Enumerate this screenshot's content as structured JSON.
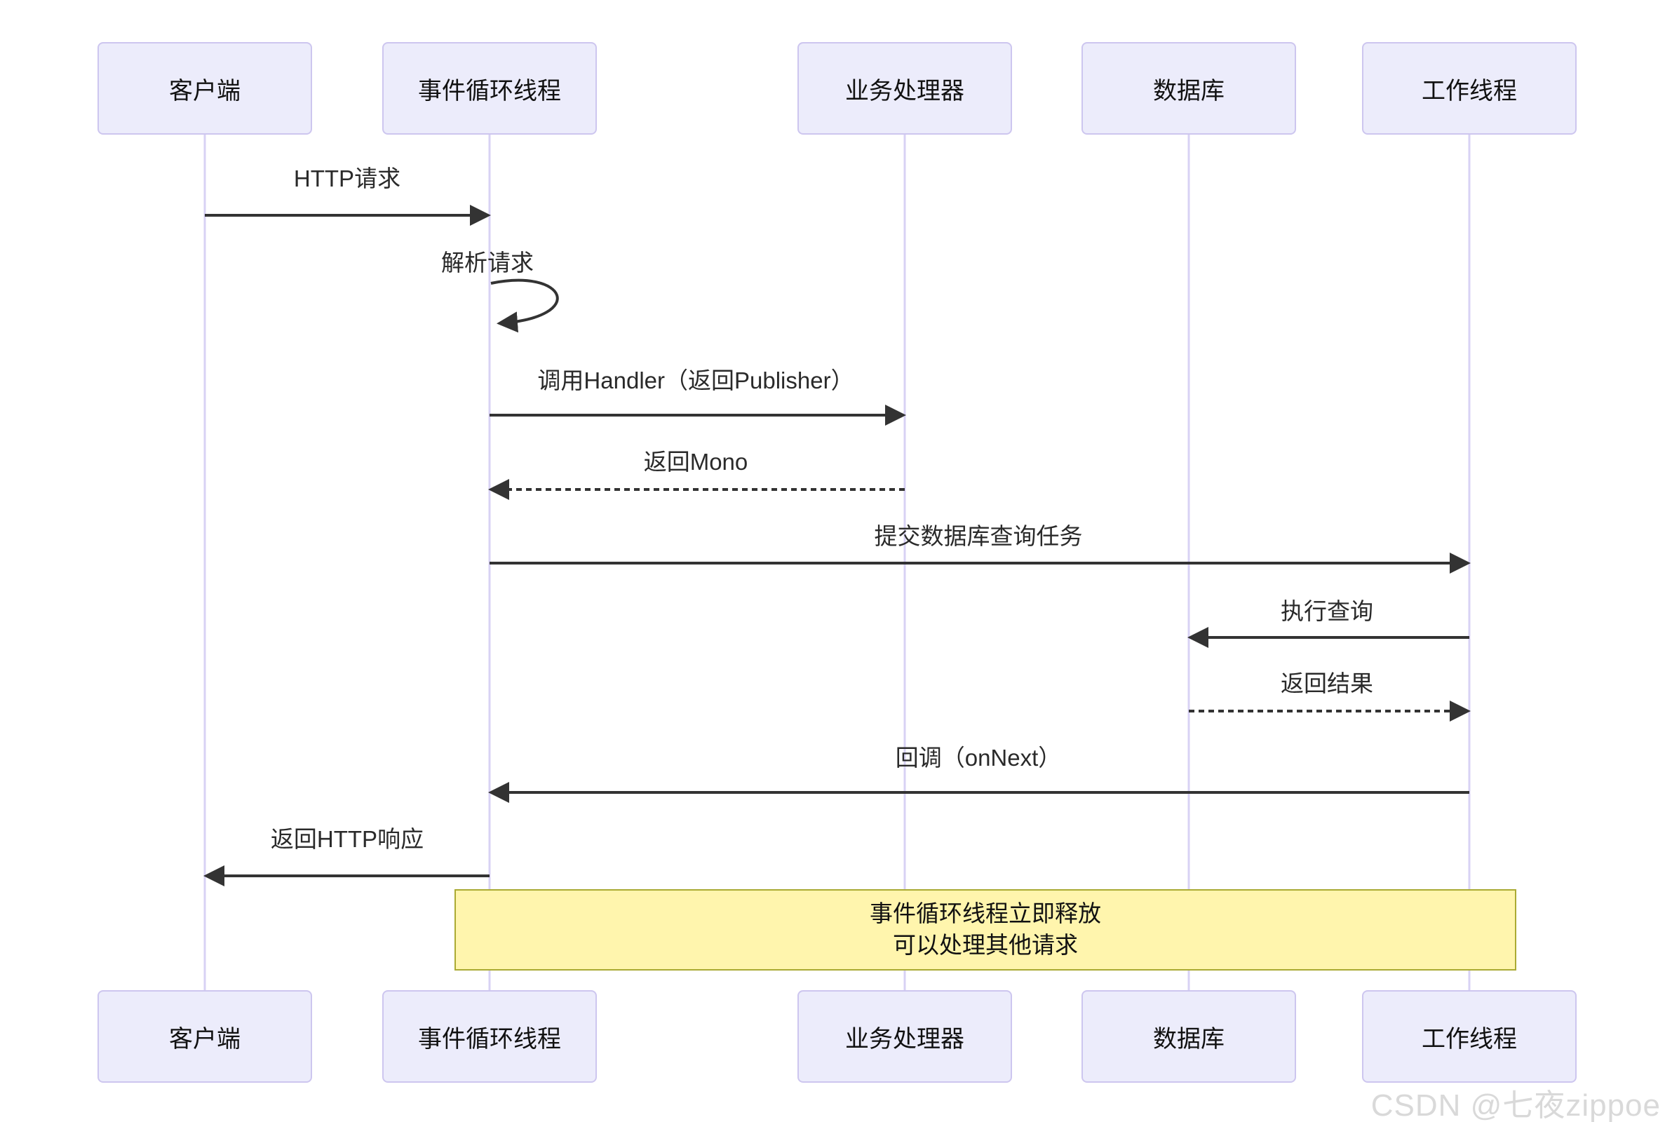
{
  "diagram": {
    "kind": "sequence-diagram",
    "actors": [
      {
        "id": "client",
        "name": "客户端"
      },
      {
        "id": "event-loop-thread",
        "name": "事件循环线程"
      },
      {
        "id": "business-handler",
        "name": "业务处理器"
      },
      {
        "id": "database",
        "name": "数据库"
      },
      {
        "id": "worker-thread",
        "name": "工作线程"
      }
    ],
    "messages": [
      {
        "from": "客户端",
        "to": "事件循环线程",
        "label": "HTTP请求",
        "style": "solid"
      },
      {
        "from": "事件循环线程",
        "to": "事件循环线程",
        "label": "解析请求",
        "style": "self-loop"
      },
      {
        "from": "事件循环线程",
        "to": "业务处理器",
        "label": "调用Handler（返回Publisher）",
        "style": "solid"
      },
      {
        "from": "业务处理器",
        "to": "事件循环线程",
        "label": "返回Mono",
        "style": "dashed"
      },
      {
        "from": "事件循环线程",
        "to": "工作线程",
        "label": "提交数据库查询任务",
        "style": "solid"
      },
      {
        "from": "工作线程",
        "to": "数据库",
        "label": "执行查询",
        "style": "solid"
      },
      {
        "from": "数据库",
        "to": "工作线程",
        "label": "返回结果",
        "style": "dashed"
      },
      {
        "from": "工作线程",
        "to": "事件循环线程",
        "label": "回调（onNext）",
        "style": "solid"
      },
      {
        "from": "事件循环线程",
        "to": "客户端",
        "label": "返回HTTP响应",
        "style": "solid"
      }
    ],
    "note": {
      "spans": [
        "事件循环线程",
        "工作线程"
      ],
      "line1": "事件循环线程立即释放",
      "line2": "可以处理其他请求"
    },
    "colors": {
      "actor_fill": "#ECECFB",
      "actor_border": "#CDC6EF",
      "lifeline": "#D8D2F4",
      "arrow": "#333333",
      "note_fill": "#FFF5AD",
      "note_border": "#AAAA33",
      "text": "#2A2A2A"
    }
  },
  "watermark": "CSDN @七夜zippoe"
}
